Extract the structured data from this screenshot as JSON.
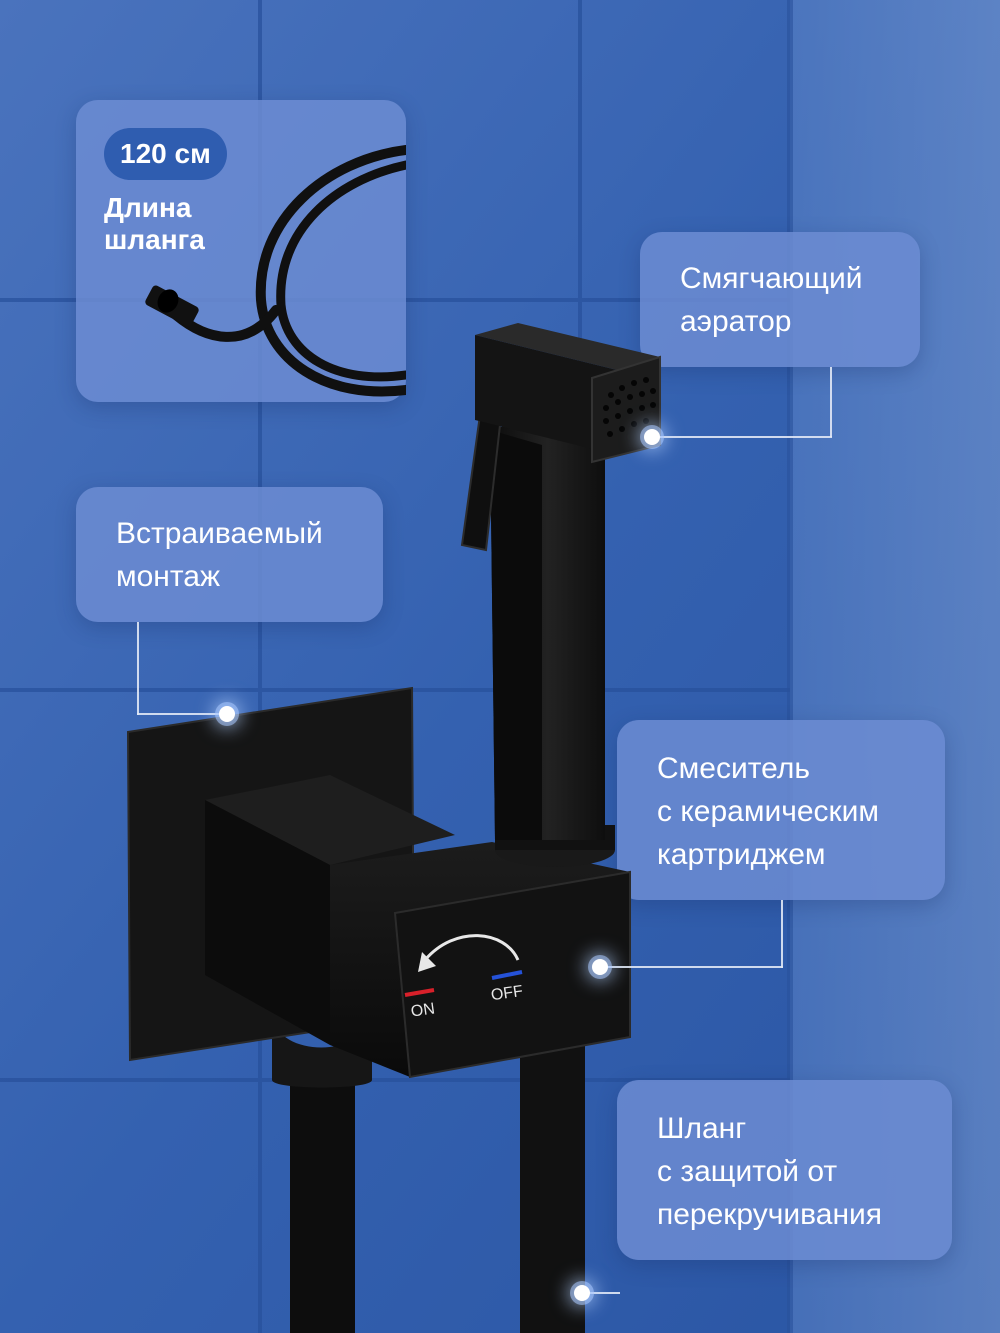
{
  "colors": {
    "background": "#2f5ba8",
    "card": "#6c8cd2",
    "pill": "#2f5db0",
    "product": "#141414",
    "on_mark": "#d8202a",
    "off_mark": "#2552d8"
  },
  "hose_card": {
    "length_badge": "120 см",
    "label": "Длина\nшланга"
  },
  "callouts": {
    "aerator": "Смягчающий\nаэратор",
    "mount": "Встраиваемый\nмонтаж",
    "mixer": "Смеситель\nс керамическим\nкартриджем",
    "hose": "Шланг\nс защитой от\nперекручивания"
  },
  "valve": {
    "on_label": "ON",
    "off_label": "OFF"
  }
}
